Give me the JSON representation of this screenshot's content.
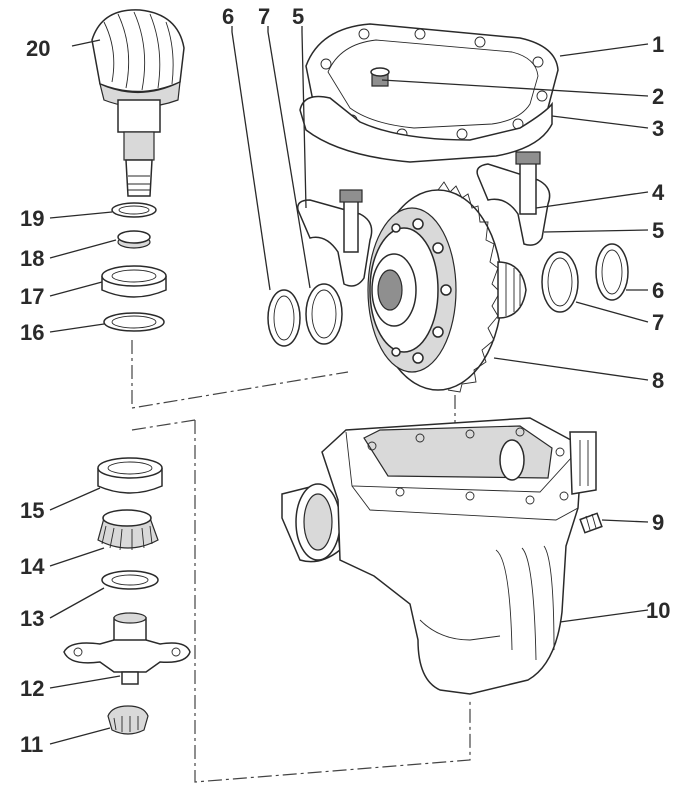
{
  "diagram": {
    "callouts": [
      "1",
      "2",
      "3",
      "4",
      "5",
      "6",
      "7",
      "8",
      "9",
      "10",
      "11",
      "12",
      "13",
      "14",
      "15",
      "16",
      "17",
      "18",
      "19",
      "20",
      "5",
      "6",
      "7"
    ]
  }
}
